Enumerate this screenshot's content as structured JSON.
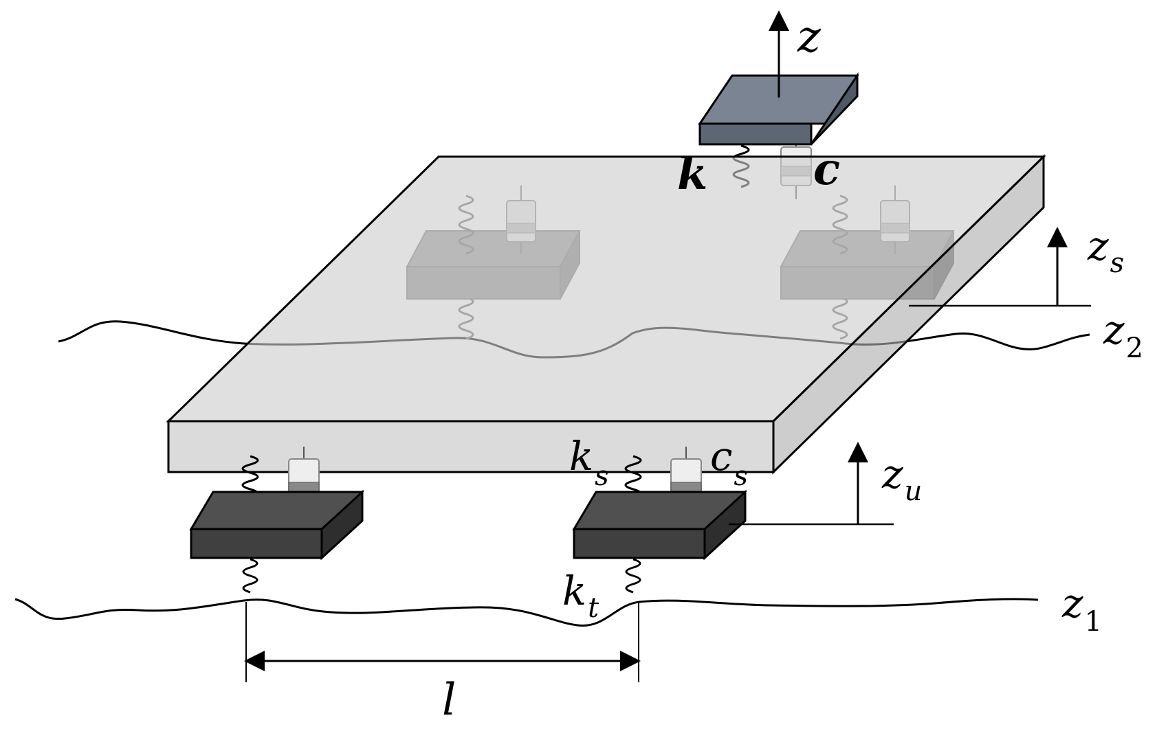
{
  "labels": {
    "z": "z",
    "k": "k",
    "c": "c",
    "zs_main": "z",
    "zs_sub": "s",
    "z2_main": "z",
    "z2_sub": "2",
    "ks_main": "k",
    "ks_sub": "s",
    "cs_main": "c",
    "cs_sub": "s",
    "zu_main": "z",
    "zu_sub": "u",
    "kt_main": "k",
    "kt_sub": "t",
    "z1_main": "z",
    "z1_sub": "1",
    "l": "l"
  }
}
